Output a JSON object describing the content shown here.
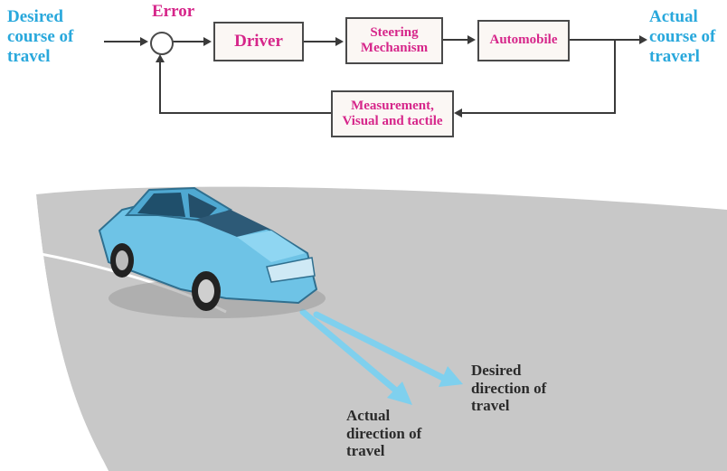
{
  "block_diagram": {
    "input_label": "Desired course of travel",
    "error_label": "Error",
    "blocks": {
      "driver": "Driver",
      "steering": "Steering Mechanism",
      "automobile": "Automobile",
      "measurement": "Measurement, Visual and tactile"
    },
    "output_label": "Actual course of traverl"
  },
  "road_illustration": {
    "desired_direction_label": "Desired direction of travel",
    "actual_direction_label": "Actual direction of travel"
  },
  "colors": {
    "cyan_text": "#29a8dc",
    "magenta_text": "#d6268a",
    "road": "#c9c9c9",
    "car": "#6ec3e6"
  }
}
